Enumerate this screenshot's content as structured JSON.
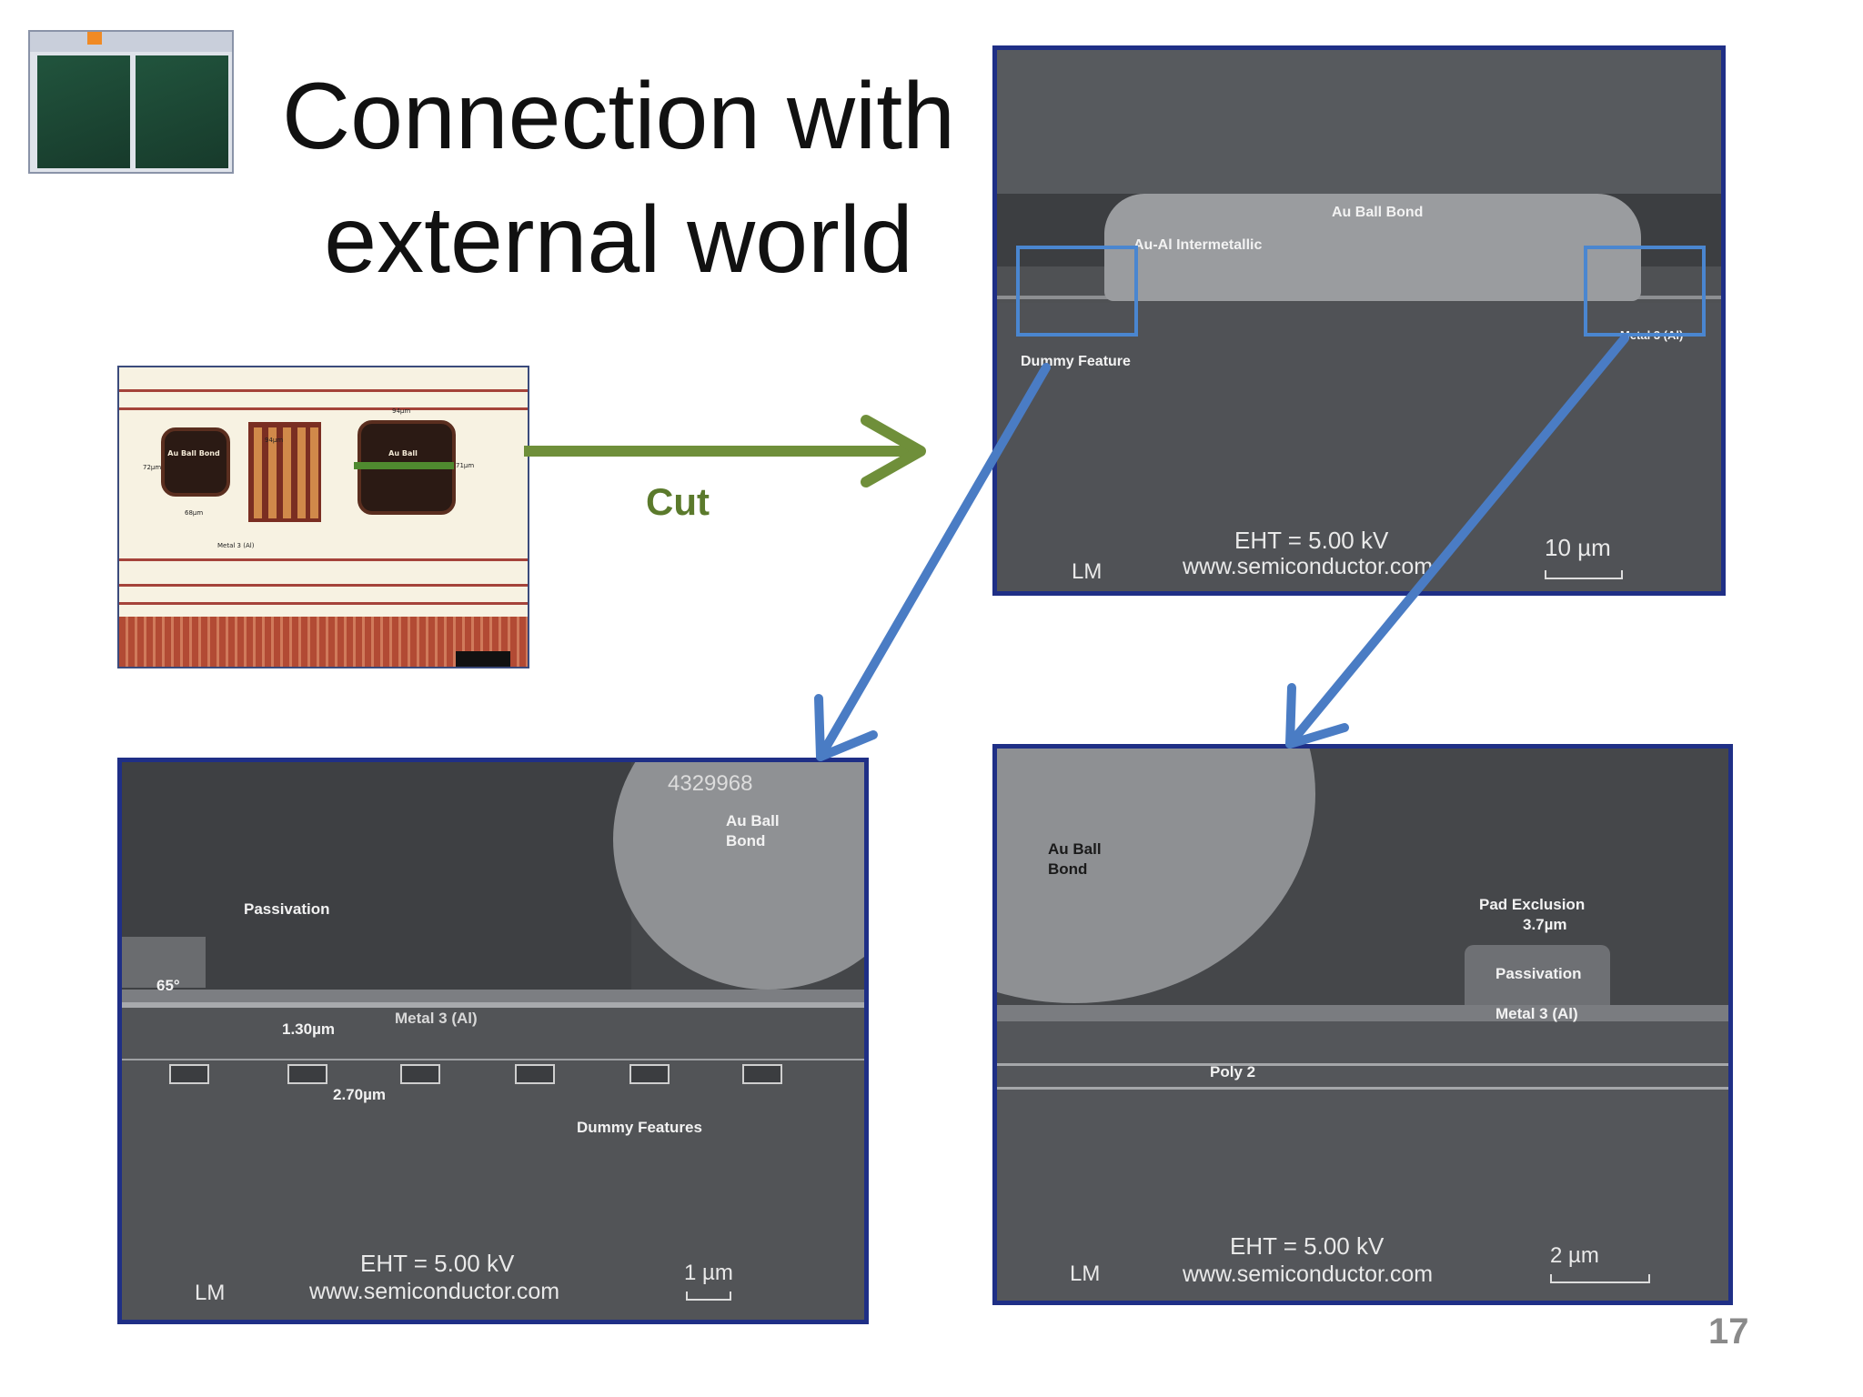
{
  "slide": {
    "title_line1": "Connection with",
    "title_line2": "external world",
    "cut_label": "Cut",
    "page_number": "17"
  },
  "die_photo": {
    "pad_left_label": "Au Ball Bond",
    "pad_right_label": "Au Ball",
    "dim_72": "72µm",
    "dim_68": "68µm",
    "dim_94a": "94µm",
    "dim_94b": "94µm",
    "dim_71": "71µm",
    "metal_label": "Metal 3 (Al)"
  },
  "sem_top": {
    "au_ball_bond": "Au Ball Bond",
    "intermetallic": "Au-Al Intermetallic",
    "dummy_feature": "Dummy Feature",
    "metal3": "Metal 3 (Al)",
    "eht": "EHT =  5.00 kV",
    "website": "www.semiconductor.com",
    "lm": "LM",
    "scale": "10 µm"
  },
  "sem_bottom_left": {
    "id": "4329968",
    "au_ball_bond": "Au Ball Bond",
    "passivation": "Passivation",
    "angle": "65°",
    "metal3": "Metal 3 (Al)",
    "dim1": "1.30µm",
    "dim2": "2.70µm",
    "dummy_features": "Dummy Features",
    "eht": "EHT =  5.00 kV",
    "website": "www.semiconductor.com",
    "lm": "LM",
    "scale": "1 µm"
  },
  "sem_bottom_right": {
    "au_ball_bond": "Au Ball Bond",
    "pad_exclusion": "Pad Exclusion",
    "pad_exclusion_dim": "3.7µm",
    "passivation": "Passivation",
    "metal3": "Metal 3 (Al)",
    "poly2": "Poly 2",
    "eht": "EHT =  5.00 kV",
    "website": "www.semiconductor.com",
    "lm": "LM",
    "scale": "2 µm"
  },
  "colors": {
    "arrow_green": "#6f8f3a",
    "arrow_blue": "#4a7cc4",
    "box_blue": "#4a86d0",
    "frame_navy": "#1f2f86"
  }
}
